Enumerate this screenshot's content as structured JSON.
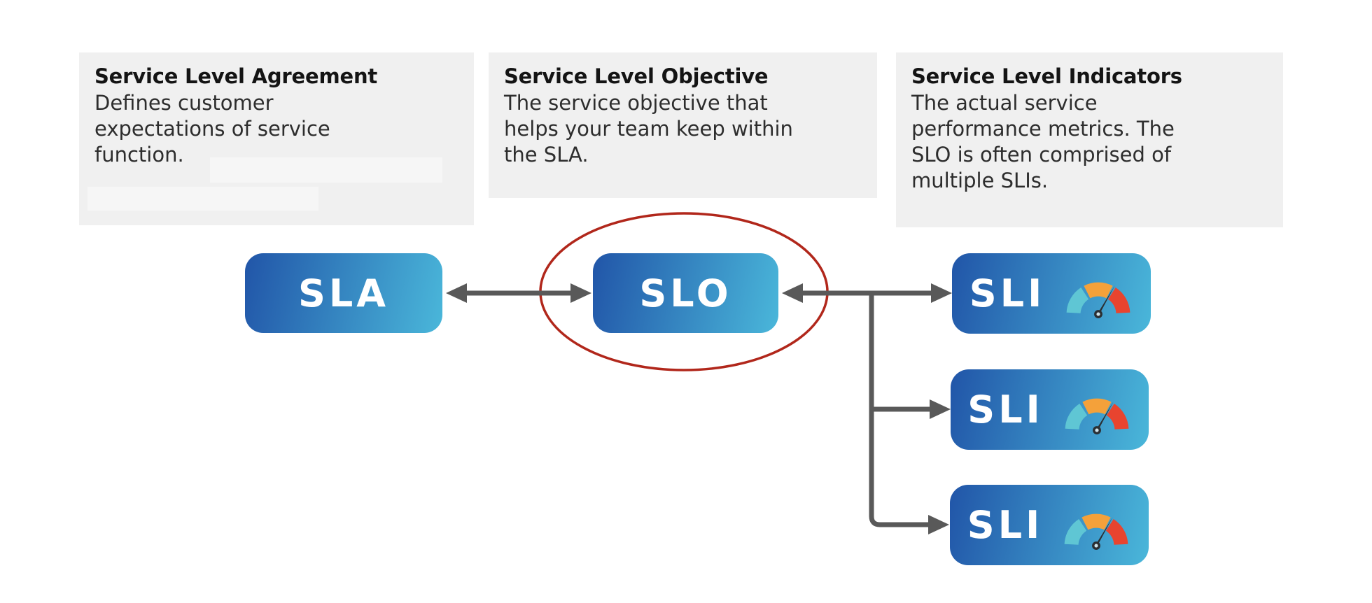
{
  "palette": {
    "node_gradient_start": "#2155a8",
    "node_gradient_end": "#4ab7da",
    "arrow_color": "#595959",
    "highlight_ellipse_color": "#b1271b",
    "infobox_bg": "#f0f0f0",
    "redacted_bg": "#f6f6f6",
    "heading_color": "#141414",
    "body_color": "#2d2d2d",
    "node_text_color": "#ffffff",
    "gauge_cyan": "#5fc6d4",
    "gauge_orange": "#f4a13a",
    "gauge_red": "#e8442f",
    "gauge_needle": "#2b2f33",
    "gauge_hub_center": "#cfe3ea"
  },
  "infoboxes": [
    {
      "title": "Service Level Agreement",
      "body_lines": [
        "Defines customer",
        "expectations of service",
        "function."
      ]
    },
    {
      "title": "Service Level Objective",
      "body_lines": [
        "The service objective that",
        "helps your team keep within",
        "the SLA."
      ]
    },
    {
      "title": "Service Level Indicators",
      "body_lines": [
        "The actual service",
        "performance metrics. The",
        "SLO is often comprised of",
        "multiple SLIs."
      ]
    }
  ],
  "nodes": {
    "sla": {
      "label": "SLA"
    },
    "slo": {
      "label": "SLO",
      "highlighted": true
    },
    "sli": [
      {
        "label": "SLI"
      },
      {
        "label": "SLI"
      },
      {
        "label": "SLI"
      }
    ]
  }
}
